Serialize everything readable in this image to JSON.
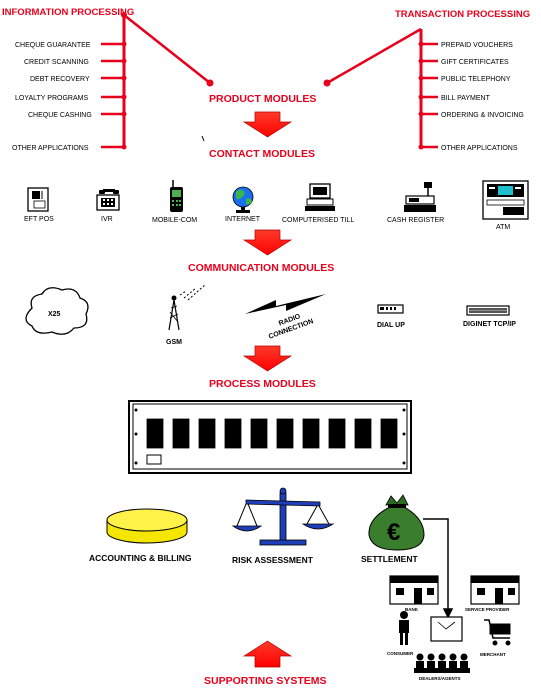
{
  "colors": {
    "accent_red": "#e8001c",
    "arrow_red": "#ff0000",
    "money_green": "#3a7d2c",
    "disk_yellow": "#f5e600",
    "scale_blue": "#1f3fb8"
  },
  "header": {
    "left_title": "INFORMATION PROCESSING",
    "right_title": "TRANSACTION PROCESSING"
  },
  "info_items": [
    "CHEQUE GUARANTEE",
    "CREDIT SCANNING",
    "DEBT RECOVERY",
    "LOYALTY PROGRAMS",
    "CHEQUE CASHING",
    "OTHER APPLICATIONS"
  ],
  "trans_items": [
    "PREPAID VOUCHERS",
    "GIFT CERTIFICATES",
    "PUBLIC TELEPHONY",
    "BILL PAYMENT",
    "ORDERING & INVOICING",
    "OTHER APPLICATIONS"
  ],
  "stages": {
    "product": "PRODUCT MODULES",
    "contact": "CONTACT MODULES",
    "communication": "COMMUNICATION MODULES",
    "process": "PROCESS MODULES",
    "supporting": "SUPPORTING SYSTEMS"
  },
  "contact_devices": [
    {
      "label": "EFT POS",
      "icon": "eft-pos-terminal-icon"
    },
    {
      "label": "IVR",
      "icon": "telephone-icon"
    },
    {
      "label": "MOBILE-COM",
      "icon": "mobile-phone-icon"
    },
    {
      "label": "INTERNET",
      "icon": "globe-icon"
    },
    {
      "label": "COMPUTERISED TILL",
      "icon": "computer-icon"
    },
    {
      "label": "CASH REGISTER",
      "icon": "cash-register-icon"
    },
    {
      "label": "ATM",
      "icon": "atm-machine-icon"
    }
  ],
  "comm_channels": {
    "x25": "X25",
    "gsm": "GSM",
    "radio_line1": "RADIO",
    "radio_line2": "CONNECTION",
    "dialup": "DIAL UP",
    "diginet": "DIGINET TCP/IP"
  },
  "systems": {
    "accounting": "ACCOUNTING & BILLING",
    "risk": "RISK ASSESSMENT",
    "settlement": "SETTLEMENT",
    "currency_symbol": "€"
  },
  "parties": {
    "bank": "BANK",
    "service_provider": "SERVICE PROVIDER",
    "consumer": "CONSUMER",
    "merchant": "MERCHANT",
    "dealers": "DEALERS/AGENTS"
  }
}
